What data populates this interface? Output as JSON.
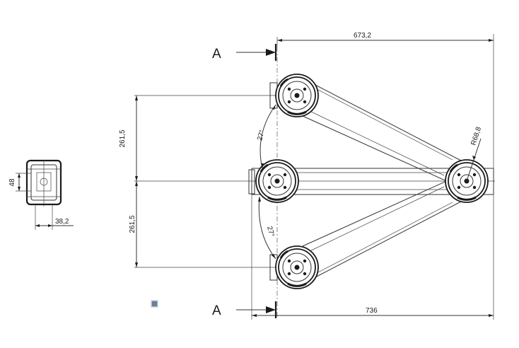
{
  "dimensions": {
    "overall_top": "673,2",
    "overall_bottom": "736",
    "upper_offset": "261,5",
    "lower_offset": "261,5",
    "upper_angle": "27°",
    "lower_angle": "27°",
    "radius": "R68,8",
    "section_height": "48",
    "section_width": "38,2"
  },
  "section_marks": {
    "top": "A",
    "bottom": "A"
  }
}
